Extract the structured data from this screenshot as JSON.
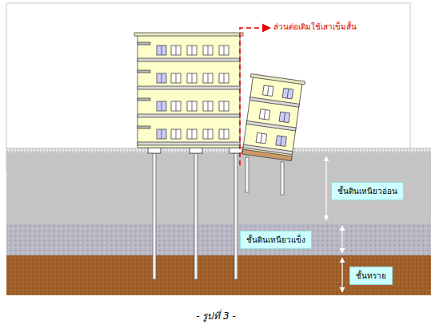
{
  "diagram": {
    "caption": "- รูปที่ 3 -",
    "nodes": [
      {
        "text": [
          "ชั้นดินเหนียวอ่อน"
        ]
      },
      {
        "text": [
          "ชั้นดินเหนียวแข็ง"
        ]
      },
      {
        "text": [
          "ชั้นทราย"
        ]
      }
    ],
    "labels": [
      "ส่วนต่อเติมใช้เสาเข็มสั้น"
    ]
  }
}
